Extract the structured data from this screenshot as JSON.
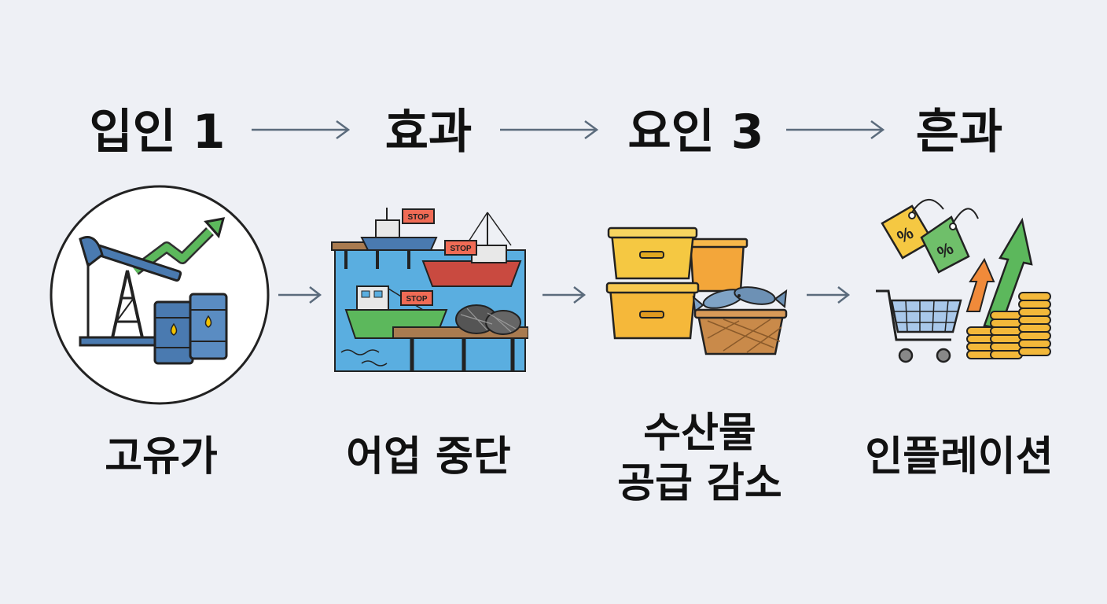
{
  "headings": [
    "입인 1",
    "효과",
    "요인 3",
    "흔과"
  ],
  "stages": [
    {
      "label": "고유가",
      "icon": "oil-pumpjack-icon"
    },
    {
      "label": "어업 중단",
      "icon": "fishing-boats-stop-icon"
    },
    {
      "label_line1": "수산물",
      "label_line2": "공급 감소",
      "icon": "seafood-crates-icon"
    },
    {
      "label": "인플레이션",
      "icon": "price-tags-cart-coins-icon"
    }
  ],
  "stop_sign_text": "STOP",
  "percent_symbol": "%",
  "colors": {
    "background": "#eef0f5",
    "arrow": "#5b6b7c",
    "text": "#111111"
  }
}
